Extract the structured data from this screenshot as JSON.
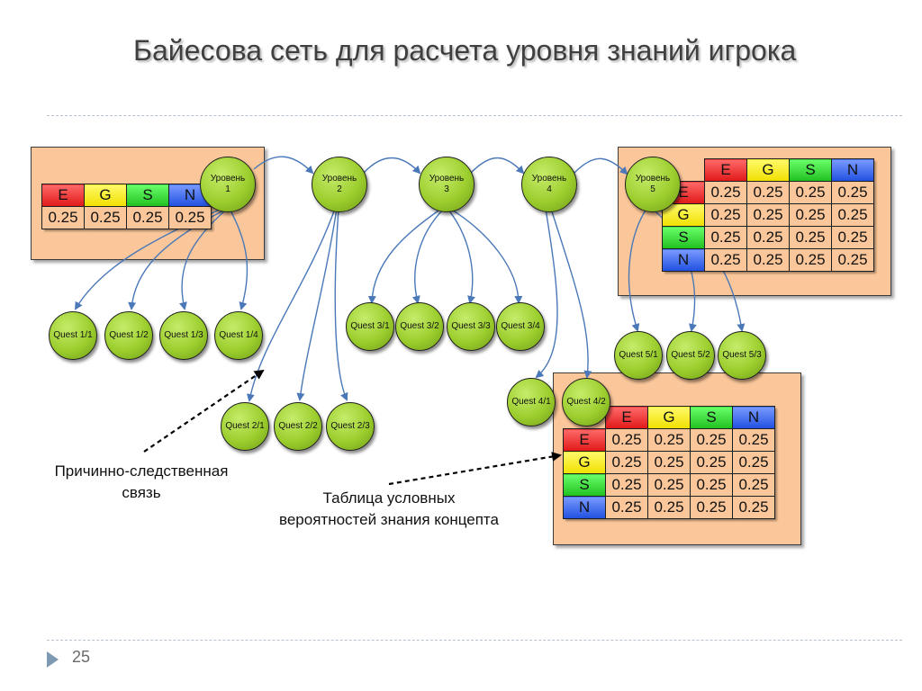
{
  "slide": {
    "title": "Байесова сеть для расчета уровня знаний игрока",
    "page_number": "25"
  },
  "levels": [
    {
      "label": "Уровень",
      "num": "1"
    },
    {
      "label": "Уровень",
      "num": "2"
    },
    {
      "label": "Уровень",
      "num": "3"
    },
    {
      "label": "Уровень",
      "num": "4"
    },
    {
      "label": "Уровень",
      "num": "5"
    }
  ],
  "quests": {
    "q1": [
      "Quest 1/1",
      "Quest 1/2",
      "Quest 1/3",
      "Quest 1/4"
    ],
    "q2": [
      "Quest 2/1",
      "Quest 2/2",
      "Quest 2/3"
    ],
    "q3": [
      "Quest 3/1",
      "Quest 3/2",
      "Quest 3/3",
      "Quest 3/4"
    ],
    "q4": [
      "Quest 4/1",
      "Quest 4/2"
    ],
    "q5": [
      "Quest 5/1",
      "Quest 5/2",
      "Quest 5/3"
    ]
  },
  "cpt": {
    "headers": [
      "E",
      "G",
      "S",
      "N"
    ],
    "prior_values": [
      "0.25",
      "0.25",
      "0.25",
      "0.25"
    ],
    "rows": [
      {
        "label": "E",
        "values": [
          "0.25",
          "0.25",
          "0.25",
          "0.25"
        ]
      },
      {
        "label": "G",
        "values": [
          "0.25",
          "0.25",
          "0.25",
          "0.25"
        ]
      },
      {
        "label": "S",
        "values": [
          "0.25",
          "0.25",
          "0.25",
          "0.25"
        ]
      },
      {
        "label": "N",
        "values": [
          "0.25",
          "0.25",
          "0.25",
          "0.25"
        ]
      }
    ]
  },
  "annotations": {
    "causal_line1": "Причинно-следственная",
    "causal_line2": "связь",
    "table_line1": "Таблица условных",
    "table_line2": "вероятностей знания концепта"
  },
  "colors": {
    "panel": "#fbc79a",
    "node": "#9cce2e",
    "arrow": "#4a78b8",
    "E": "#e01818",
    "G": "#f0e000",
    "S": "#20c020",
    "N": "#2050e0"
  }
}
